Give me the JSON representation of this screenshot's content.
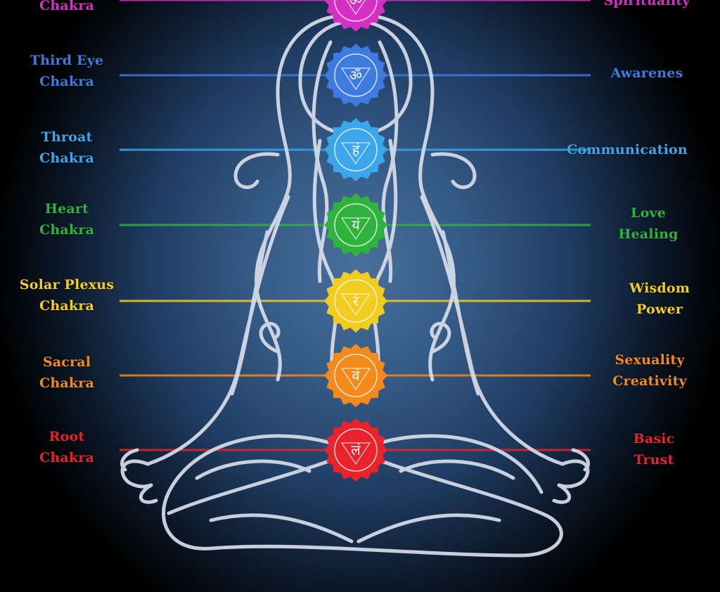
{
  "chakras": [
    {
      "name_line1": "",
      "name_line2": "Chakra",
      "meaning_line1": "Spirituality",
      "meaning_line2": "",
      "color": "#d62fc4",
      "symbol": "ॐ"
    },
    {
      "name_line1": "Third Eye",
      "name_line2": "Chakra",
      "meaning_line1": "Awarenes",
      "meaning_line2": "",
      "color": "#3d7be0",
      "symbol": "ॐ"
    },
    {
      "name_line1": "Throat",
      "name_line2": "Chakra",
      "meaning_line1": "Communication",
      "meaning_line2": "",
      "color": "#3ba6ea",
      "symbol": "हं"
    },
    {
      "name_line1": "Heart",
      "name_line2": "Chakra",
      "meaning_line1": "Love",
      "meaning_line2": "Healing",
      "color": "#2fb33c",
      "symbol": "यं"
    },
    {
      "name_line1": "Solar Plexus",
      "name_line2": "Chakra",
      "meaning_line1": "Wisdom",
      "meaning_line2": "Power",
      "color": "#f2cc1f",
      "symbol": "रं"
    },
    {
      "name_line1": "Sacral",
      "name_line2": "Chakra",
      "meaning_line1": "Sexuality",
      "meaning_line2": "Creativity",
      "color": "#f28a1c",
      "symbol": "वं"
    },
    {
      "name_line1": "Root",
      "name_line2": "Chakra",
      "meaning_line1": "Basic",
      "meaning_line2": "Trust",
      "color": "#e8232b",
      "symbol": "लं"
    }
  ],
  "colors": {
    "outline": "#d8deea",
    "background_center": "#4b6f9c",
    "background_edge": "#000000"
  },
  "icons": {
    "figure": "meditating-figure-outline",
    "chakra": "lotus-chakra-icon"
  }
}
